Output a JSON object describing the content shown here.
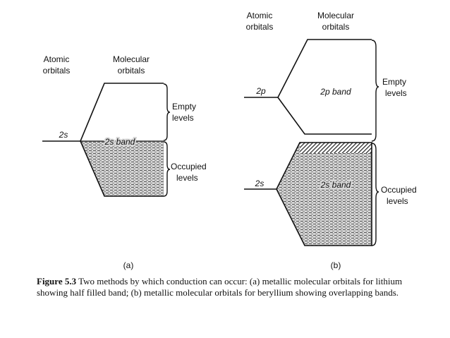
{
  "panel_a": {
    "atomic_label": [
      "Atomic",
      "orbitals"
    ],
    "molecular_label": [
      "Molecular",
      "orbitals"
    ],
    "level": "2s",
    "band": "2s band",
    "empty": [
      "Empty",
      "levels"
    ],
    "occupied": [
      "Occupied",
      "levels"
    ],
    "tag": "(a)"
  },
  "panel_b": {
    "atomic_label": [
      "Atomic",
      "orbitals"
    ],
    "molecular_label": [
      "Molecular",
      "orbitals"
    ],
    "level_2p": "2p",
    "band_2p": "2p band",
    "level_2s": "2s",
    "band_2s": "2s band",
    "empty": [
      "Empty",
      "levels"
    ],
    "occupied": [
      "Occupied",
      "levels"
    ],
    "tag": "(b)"
  },
  "caption": {
    "lead": "Figure 5.3",
    "text": " Two methods by which conduction can occur: (a) metallic molecular orbitals for lithium showing half filled band; (b) metallic molecular orbitals for beryllium showing overlapping bands."
  }
}
